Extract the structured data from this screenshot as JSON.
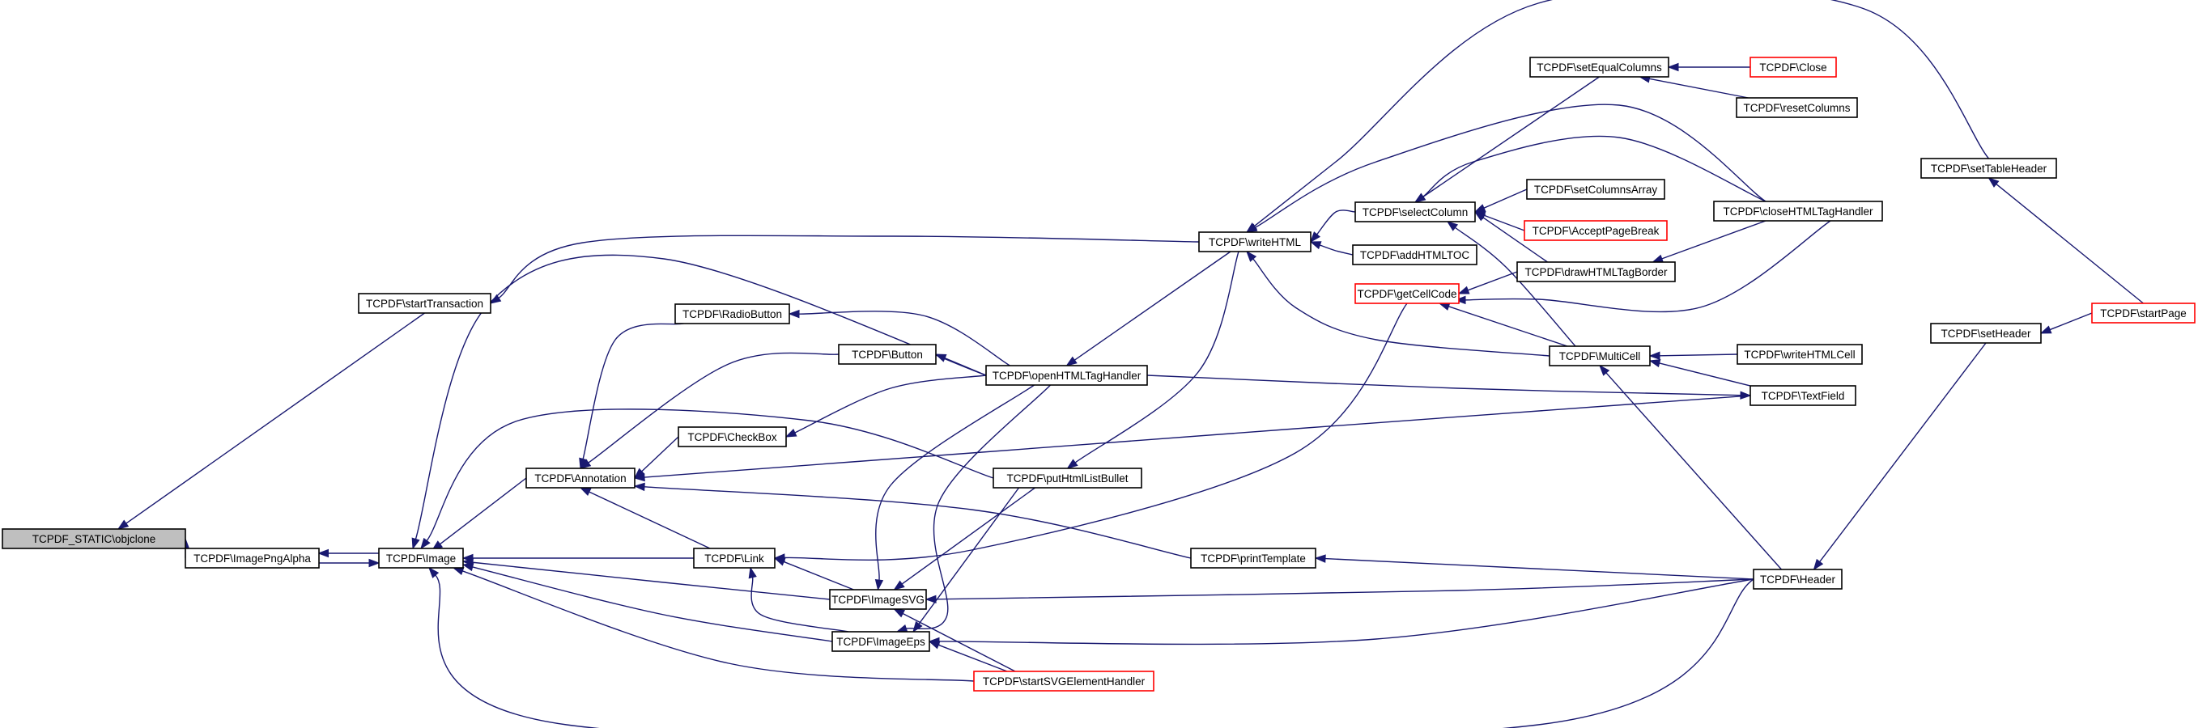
{
  "graph": {
    "type": "caller-graph",
    "edge_color": "#191970",
    "node_border_color": "#000000",
    "truncated_node_border_color": "#ff0000",
    "root_fill_color": "#bfbfbf",
    "nodes": [
      {
        "id": "objclone",
        "label": "TCPDF_STATIC\\objclone",
        "root": true
      },
      {
        "id": "ImagePngAlpha",
        "label": "TCPDF\\ImagePngAlpha"
      },
      {
        "id": "Image",
        "label": "TCPDF\\Image"
      },
      {
        "id": "startTransaction",
        "label": "TCPDF\\startTransaction"
      },
      {
        "id": "Annotation",
        "label": "TCPDF\\Annotation"
      },
      {
        "id": "RadioButton",
        "label": "TCPDF\\RadioButton"
      },
      {
        "id": "Button",
        "label": "TCPDF\\Button"
      },
      {
        "id": "CheckBox",
        "label": "TCPDF\\CheckBox"
      },
      {
        "id": "Link",
        "label": "TCPDF\\Link"
      },
      {
        "id": "ImageSVG",
        "label": "TCPDF\\ImageSVG"
      },
      {
        "id": "ImageEps",
        "label": "TCPDF\\ImageEps"
      },
      {
        "id": "startSVGElementHandler",
        "label": "TCPDF\\startSVGElementHandler",
        "truncated": true
      },
      {
        "id": "openHTMLTagHandler",
        "label": "TCPDF\\openHTMLTagHandler"
      },
      {
        "id": "putHtmlListBullet",
        "label": "TCPDF\\putHtmlListBullet"
      },
      {
        "id": "printTemplate",
        "label": "TCPDF\\printTemplate"
      },
      {
        "id": "writeHTML",
        "label": "TCPDF\\writeHTML"
      },
      {
        "id": "getCellCode",
        "label": "TCPDF\\getCellCode",
        "truncated": true
      },
      {
        "id": "selectColumn",
        "label": "TCPDF\\selectColumn"
      },
      {
        "id": "addHTMLTOC",
        "label": "TCPDF\\addHTMLTOC"
      },
      {
        "id": "setEqualColumns",
        "label": "TCPDF\\setEqualColumns"
      },
      {
        "id": "Close",
        "label": "TCPDF\\Close",
        "truncated": true
      },
      {
        "id": "resetColumns",
        "label": "TCPDF\\resetColumns"
      },
      {
        "id": "setColumnsArray",
        "label": "TCPDF\\setColumnsArray"
      },
      {
        "id": "AcceptPageBreak",
        "label": "TCPDF\\AcceptPageBreak",
        "truncated": true
      },
      {
        "id": "drawHTMLTagBorder",
        "label": "TCPDF\\drawHTMLTagBorder"
      },
      {
        "id": "MultiCell",
        "label": "TCPDF\\MultiCell"
      },
      {
        "id": "closeHTMLTagHandler",
        "label": "TCPDF\\closeHTMLTagHandler"
      },
      {
        "id": "writeHTMLCell",
        "label": "TCPDF\\writeHTMLCell"
      },
      {
        "id": "TextField",
        "label": "TCPDF\\TextField"
      },
      {
        "id": "Header",
        "label": "TCPDF\\Header"
      },
      {
        "id": "setTableHeader",
        "label": "TCPDF\\setTableHeader"
      },
      {
        "id": "setHeader",
        "label": "TCPDF\\setHeader"
      },
      {
        "id": "startPage",
        "label": "TCPDF\\startPage",
        "truncated": true
      }
    ],
    "edges": [
      {
        "from": "ImagePngAlpha",
        "to": "objclone"
      },
      {
        "from": "startTransaction",
        "to": "objclone"
      },
      {
        "from": "Image",
        "to": "ImagePngAlpha"
      },
      {
        "from": "ImagePngAlpha",
        "to": "Image"
      },
      {
        "from": "Annotation",
        "to": "Image"
      },
      {
        "from": "Link",
        "to": "Image"
      },
      {
        "from": "ImageSVG",
        "to": "Image"
      },
      {
        "from": "ImageEps",
        "to": "Image"
      },
      {
        "from": "startSVGElementHandler",
        "to": "Image"
      },
      {
        "from": "openHTMLTagHandler",
        "to": "Image"
      },
      {
        "from": "putHtmlListBullet",
        "to": "Image"
      },
      {
        "from": "Header",
        "to": "Image"
      },
      {
        "from": "writeHTML",
        "to": "startTransaction"
      },
      {
        "from": "RadioButton",
        "to": "Annotation"
      },
      {
        "from": "Button",
        "to": "Annotation"
      },
      {
        "from": "CheckBox",
        "to": "Annotation"
      },
      {
        "from": "Link",
        "to": "Annotation"
      },
      {
        "from": "TextField",
        "to": "Annotation"
      },
      {
        "from": "printTemplate",
        "to": "Annotation"
      },
      {
        "from": "openHTMLTagHandler",
        "to": "RadioButton"
      },
      {
        "from": "openHTMLTagHandler",
        "to": "Button"
      },
      {
        "from": "openHTMLTagHandler",
        "to": "CheckBox"
      },
      {
        "from": "ImageSVG",
        "to": "Link"
      },
      {
        "from": "ImageEps",
        "to": "Link"
      },
      {
        "from": "getCellCode",
        "to": "Link"
      },
      {
        "from": "openHTMLTagHandler",
        "to": "ImageSVG"
      },
      {
        "from": "putHtmlListBullet",
        "to": "ImageSVG"
      },
      {
        "from": "Header",
        "to": "ImageSVG"
      },
      {
        "from": "startSVGElementHandler",
        "to": "ImageSVG"
      },
      {
        "from": "openHTMLTagHandler",
        "to": "ImageEps"
      },
      {
        "from": "putHtmlListBullet",
        "to": "ImageEps"
      },
      {
        "from": "Header",
        "to": "ImageEps"
      },
      {
        "from": "startSVGElementHandler",
        "to": "ImageEps"
      },
      {
        "from": "writeHTML",
        "to": "openHTMLTagHandler"
      },
      {
        "from": "writeHTML",
        "to": "putHtmlListBullet"
      },
      {
        "from": "Header",
        "to": "printTemplate"
      },
      {
        "from": "selectColumn",
        "to": "writeHTML"
      },
      {
        "from": "addHTMLTOC",
        "to": "writeHTML"
      },
      {
        "from": "MultiCell",
        "to": "writeHTML"
      },
      {
        "from": "closeHTMLTagHandler",
        "to": "writeHTML"
      },
      {
        "from": "setTableHeader",
        "to": "writeHTML"
      },
      {
        "from": "setEqualColumns",
        "to": "selectColumn"
      },
      {
        "from": "setColumnsArray",
        "to": "selectColumn"
      },
      {
        "from": "AcceptPageBreak",
        "to": "selectColumn"
      },
      {
        "from": "drawHTMLTagBorder",
        "to": "selectColumn"
      },
      {
        "from": "MultiCell",
        "to": "selectColumn"
      },
      {
        "from": "closeHTMLTagHandler",
        "to": "selectColumn"
      },
      {
        "from": "Close",
        "to": "setEqualColumns"
      },
      {
        "from": "resetColumns",
        "to": "setEqualColumns"
      },
      {
        "from": "closeHTMLTagHandler",
        "to": "drawHTMLTagBorder"
      },
      {
        "from": "drawHTMLTagBorder",
        "to": "getCellCode"
      },
      {
        "from": "MultiCell",
        "to": "getCellCode"
      },
      {
        "from": "closeHTMLTagHandler",
        "to": "getCellCode"
      },
      {
        "from": "writeHTMLCell",
        "to": "MultiCell"
      },
      {
        "from": "TextField",
        "to": "MultiCell"
      },
      {
        "from": "Header",
        "to": "MultiCell"
      },
      {
        "from": "openHTMLTagHandler",
        "to": "TextField"
      },
      {
        "from": "setHeader",
        "to": "Header"
      },
      {
        "from": "startPage",
        "to": "setTableHeader"
      },
      {
        "from": "startPage",
        "to": "setHeader"
      }
    ]
  }
}
